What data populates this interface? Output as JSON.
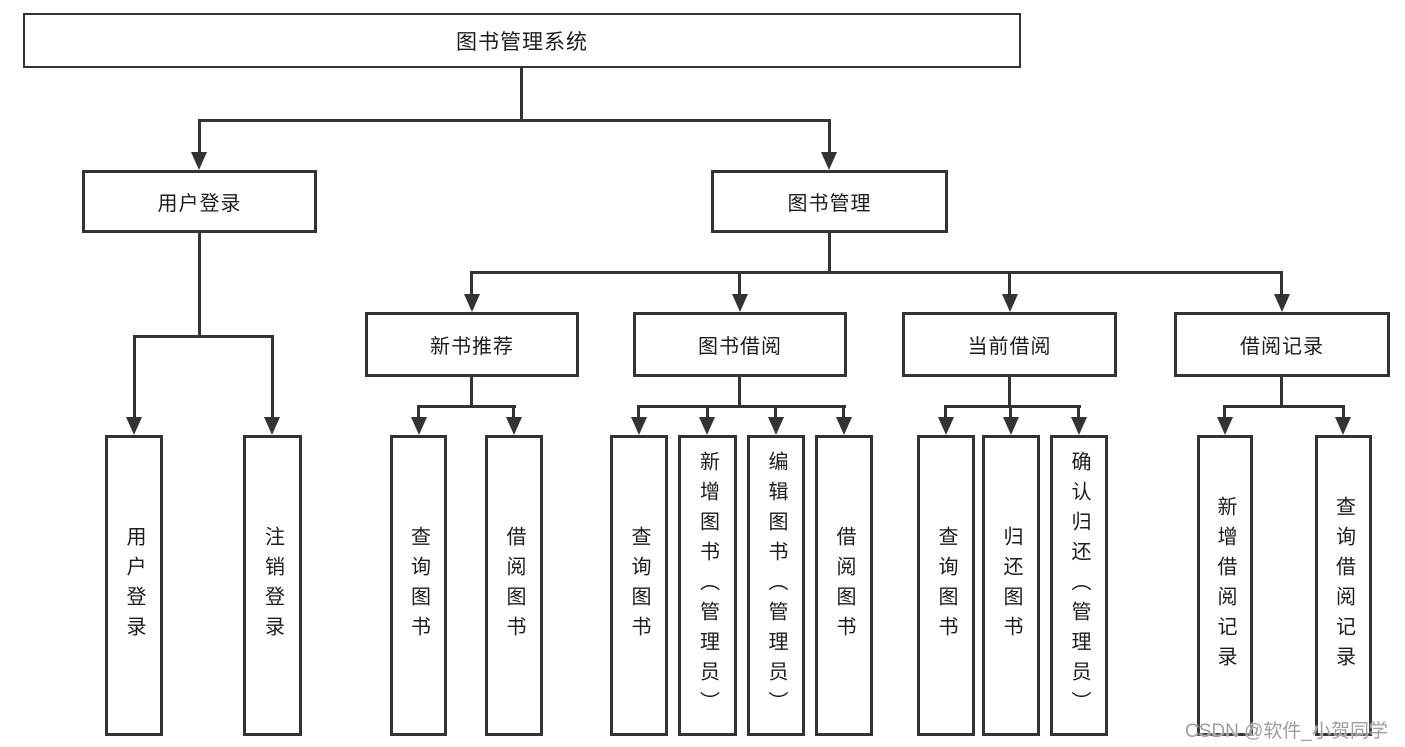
{
  "diagram": {
    "root": {
      "label": "图书管理系统"
    },
    "level2": [
      {
        "label": "用户登录"
      },
      {
        "label": "图书管理"
      }
    ],
    "level3": [
      {
        "label": "新书推荐",
        "parent": "图书管理"
      },
      {
        "label": "图书借阅",
        "parent": "图书管理"
      },
      {
        "label": "当前借阅",
        "parent": "图书管理"
      },
      {
        "label": "借阅记录",
        "parent": "图书管理"
      }
    ],
    "level4": [
      {
        "label": "用户登录",
        "parent": "用户登录"
      },
      {
        "label": "注销登录",
        "parent": "用户登录"
      },
      {
        "label": "查询图书",
        "parent": "新书推荐"
      },
      {
        "label": "借阅图书",
        "parent": "新书推荐"
      },
      {
        "label": "查询图书",
        "parent": "图书借阅"
      },
      {
        "label": "新增图书（管理员）",
        "parent": "图书借阅"
      },
      {
        "label": "编辑图书（管理员）",
        "parent": "图书借阅"
      },
      {
        "label": "借阅图书",
        "parent": "图书借阅"
      },
      {
        "label": "查询图书",
        "parent": "当前借阅"
      },
      {
        "label": "归还图书",
        "parent": "当前借阅"
      },
      {
        "label": "确认归还（管理员）",
        "parent": "当前借阅"
      },
      {
        "label": "新增借阅记录",
        "parent": "借阅记录"
      },
      {
        "label": "查询借阅记录",
        "parent": "借阅记录"
      }
    ]
  },
  "watermark": {
    "text": "CSDN @软件_小贺同学"
  },
  "colors": {
    "line": "#333333",
    "background": "#ffffff",
    "text": "#1c1c1c",
    "watermark": "#9e9e9e"
  }
}
